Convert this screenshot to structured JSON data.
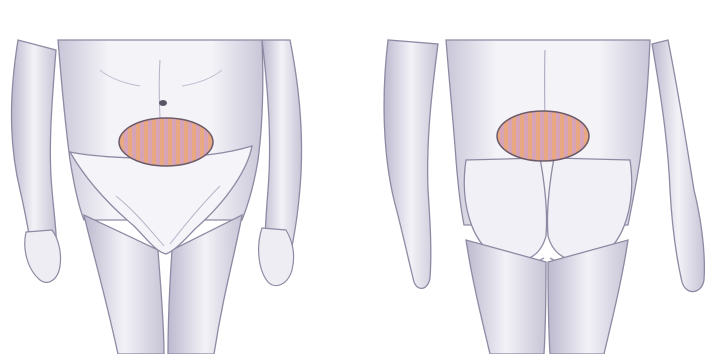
{
  "figures": [
    {
      "view": "front",
      "highlight_region": "lower-abdomen"
    },
    {
      "view": "back",
      "highlight_region": "lower-back"
    }
  ],
  "colors": {
    "background": "#ffffff",
    "skin": "#f2f0f6",
    "skin_shadow": "#c9c6d8",
    "outline": "#8e8aa3",
    "stripe_a": "#e8a882",
    "stripe_b": "#d7a3b6",
    "patch_outline": "#6a5a6a"
  }
}
